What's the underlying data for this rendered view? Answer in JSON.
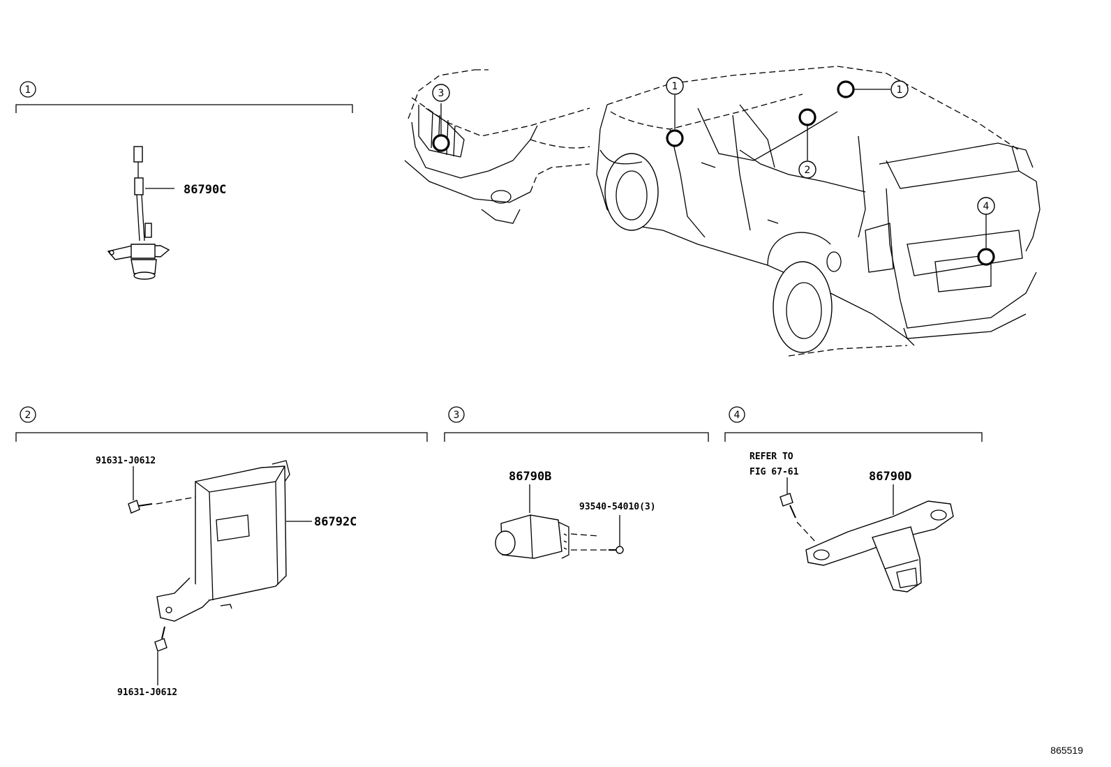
{
  "figure_id": "865519",
  "sections": [
    {
      "num": "1"
    },
    {
      "num": "2"
    },
    {
      "num": "3"
    },
    {
      "num": "4"
    }
  ],
  "parts": {
    "antenna": "86790C",
    "control_unit": "86792C",
    "front_camera": "86790B",
    "rear_camera": "86790D",
    "bolt_upper": "91631-J0612",
    "bolt_lower": "91631-J0612",
    "screw": "93540-54010(3)"
  },
  "notes": {
    "refer_line1": "REFER TO",
    "refer_line2": "FIG 67-61"
  },
  "vehicle_callouts": {
    "front_grille": "3",
    "a_pillar": "1",
    "roof_rear": "1",
    "dash": "2",
    "tailgate": "4"
  }
}
